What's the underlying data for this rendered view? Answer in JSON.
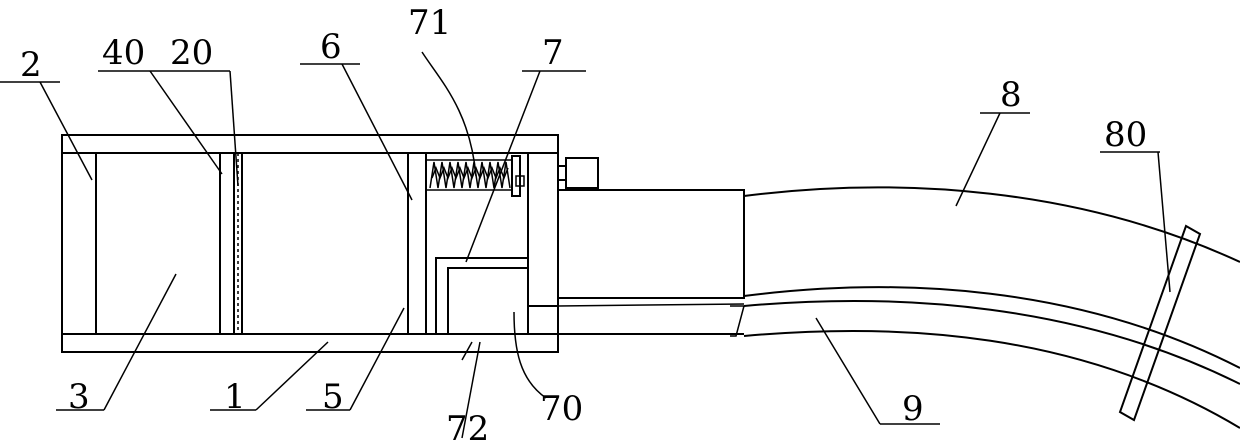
{
  "labels": {
    "l2": "2",
    "l40": "40",
    "l20": "20",
    "l6": "6",
    "l71": "71",
    "l7": "7",
    "l8": "8",
    "l80": "80",
    "l3": "3",
    "l1": "1",
    "l5": "5",
    "l72": "72",
    "l70": "70",
    "l9": "9"
  },
  "colors": {
    "line": "#000000",
    "background": "#ffffff"
  }
}
